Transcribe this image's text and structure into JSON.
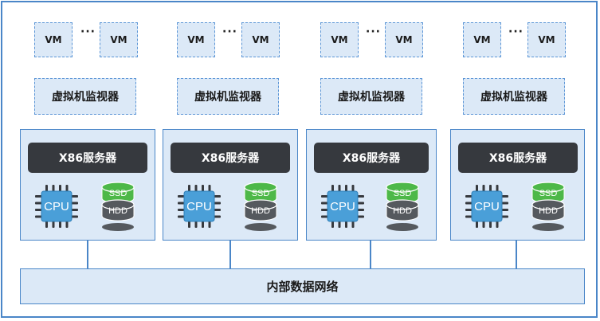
{
  "vm_label": "VM",
  "ellipsis": "···",
  "hypervisor_label": "虚拟机监视器",
  "server_label": "X86服务器",
  "cpu_label": "CPU",
  "ssd_label": "SSD",
  "hdd_label": "HDD",
  "network_label": "内部数据网络",
  "colors": {
    "frame": "#4a86c8",
    "fill": "#dce9f7",
    "dark": "#36393e",
    "cpu_blue": "#4a9fd8",
    "ssd_green": "#4db848",
    "hdd_gray": "#55595e"
  },
  "nodes": [
    {
      "server": "X86服务器",
      "hypervisor": "虚拟机监视器",
      "vms": [
        "VM",
        "VM"
      ]
    },
    {
      "server": "X86服务器",
      "hypervisor": "虚拟机监视器",
      "vms": [
        "VM",
        "VM"
      ]
    },
    {
      "server": "X86服务器",
      "hypervisor": "虚拟机监视器",
      "vms": [
        "VM",
        "VM"
      ]
    },
    {
      "server": "X86服务器",
      "hypervisor": "虚拟机监视器",
      "vms": [
        "VM",
        "VM"
      ]
    }
  ]
}
